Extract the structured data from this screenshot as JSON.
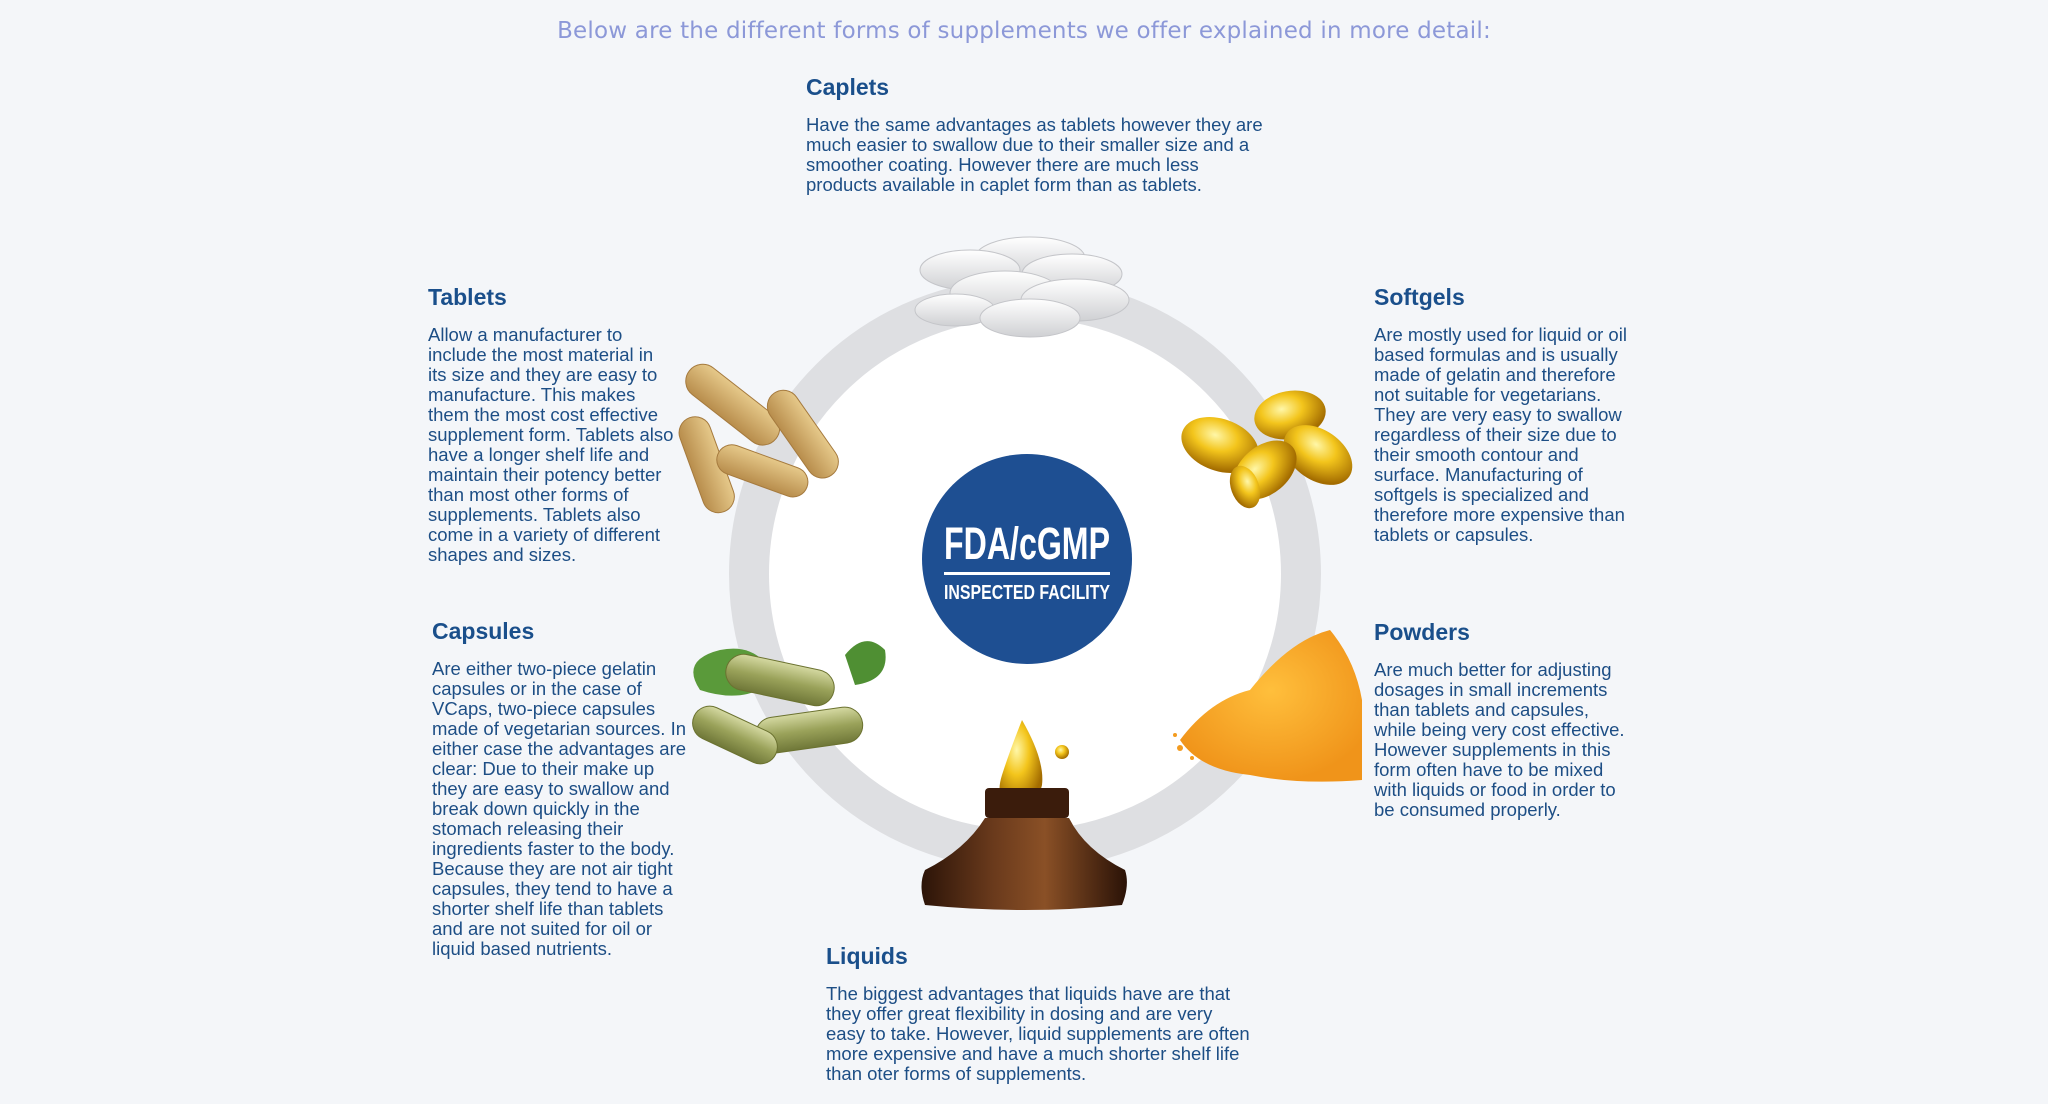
{
  "intro": "Below are the different forms of supplements we offer explained in more detail:",
  "center_badge": {
    "line1": "FDA/cGMP",
    "line2": "INSPECTED FACILITY",
    "color": "#1e4f92"
  },
  "colors": {
    "heading": "#1a4f8b",
    "body": "#1d4e85",
    "intro": "#8c98d8",
    "ring": "#dedfe2",
    "background": "#f4f6f9"
  },
  "forms": {
    "caplets": {
      "title": "Caplets",
      "text": "Have the same advantages as tablets however they are much easier to swallow due to their smaller size and a smoother coating. However there are much less products available in caplet form than as tablets.",
      "image": "white-caplets-image"
    },
    "tablets": {
      "title": "Tablets",
      "text": "Allow a manufacturer to include the most material in its size and they are easy to manufacture. This makes them the most cost effective supplement form. Tablets also have a longer shelf life and maintain their potency better than most other forms of supplements. Tablets also come in a variety of different shapes and sizes.",
      "image": "tan-tablets-image"
    },
    "softgels": {
      "title": "Softgels",
      "text": "Are mostly used for liquid or oil based formulas and is usually made of gelatin and therefore not suitable for vegetarians. They are very easy to swallow regardless of their size due to their smooth contour and surface. Manufacturing of softgels is specialized and therefore more expensive than tablets or capsules.",
      "image": "golden-softgels-image"
    },
    "capsules": {
      "title": "Capsules",
      "text": "Are either two-piece gelatin capsules or in the case of VCaps, two-piece capsules made of vegetarian sources. In either case the advantages are clear: Due to their make up they are easy to swallow and break down quickly in the stomach releasing their ingredients faster to the body. Because they are not air tight capsules, they tend to have a shorter shelf life than tablets and are not suited for oil or liquid based nutrients.",
      "image": "green-capsules-image"
    },
    "powders": {
      "title": "Powders",
      "text": "Are much better for adjusting dosages in small increments than tablets and capsules, while being very cost effective. However supplements in this form often have to be mixed with liquids or food in order to be consumed properly.",
      "image": "orange-powder-image"
    },
    "liquids": {
      "title": "Liquids",
      "text": "The biggest advantages that liquids have are that they offer great flexibility in dosing and are very easy to take. However, liquid supplements are often more expensive and have a much shorter shelf life than oter forms of supplements.",
      "image": "amber-bottle-image"
    }
  }
}
